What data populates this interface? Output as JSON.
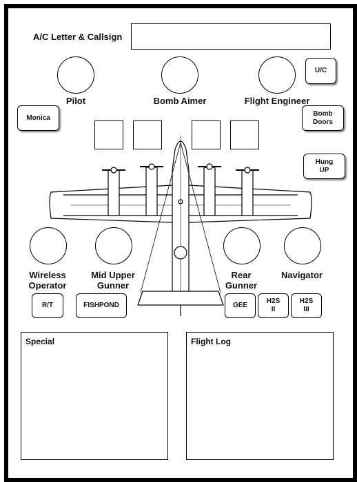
{
  "header": {
    "callsign_label": "A/C Letter & Callsign",
    "callsign_value": ""
  },
  "crew": {
    "pilot": "Pilot",
    "bomb_aimer": "Bomb Aimer",
    "flight_engineer": "Flight Engineer",
    "wireless_operator": [
      "Wireless",
      "Operator"
    ],
    "mid_upper_gunner": [
      "Mid Upper",
      "Gunner"
    ],
    "rear_gunner": [
      "Rear",
      "Gunner"
    ],
    "navigator": "Navigator"
  },
  "buttons": {
    "uc": "U/C",
    "monica": "Monica",
    "bomb_doors": [
      "Bomb",
      "Doors"
    ],
    "hung_up": [
      "Hung",
      "UP"
    ],
    "rt": "R/T",
    "fishpond": "FISHPOND",
    "gee": "GEE",
    "h2s_ii": [
      "H2S",
      "II"
    ],
    "h2s_iii": [
      "H2S",
      "III"
    ]
  },
  "panels": {
    "special": "Special",
    "flight_log": "Flight Log"
  },
  "icons": {
    "aircraft": "lancaster-bomber-icon"
  }
}
